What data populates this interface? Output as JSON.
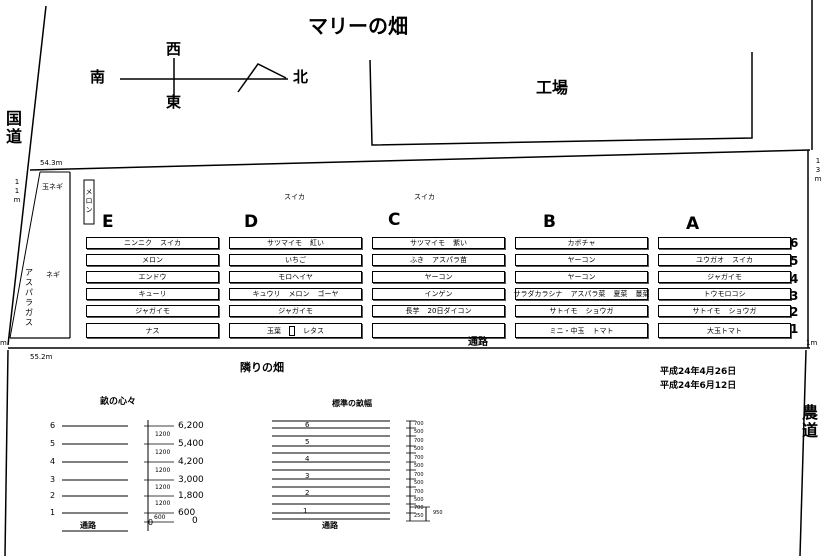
{
  "title": "マリーの畑",
  "compass": {
    "west": "西",
    "south": "南",
    "east": "東",
    "north": "北"
  },
  "factory": "工場",
  "kokudo": [
    "国",
    "道"
  ],
  "noudo": [
    "農",
    "道"
  ],
  "top_measure": "54.3m",
  "bottom_measure": "55.2m",
  "left_side_measure": [
    "1",
    "1",
    "m"
  ],
  "right_top_measure": [
    "1",
    "3",
    "m"
  ],
  "right_bottom_measure": "1m",
  "left_bottom_m": "m",
  "left_strip": {
    "tamanegi": "玉ネギ",
    "negi": "ネギ",
    "asparagus": [
      "ア",
      "ス",
      "パ",
      "ラ",
      "ガ",
      "ス"
    ],
    "melon": [
      "メ",
      "ロ",
      "ン"
    ]
  },
  "suika_labels": [
    "スイカ",
    "スイカ"
  ],
  "columns": [
    {
      "header": "E",
      "rows": [
        [
          "ニンニク",
          "スイカ"
        ],
        [
          "メロン"
        ],
        [
          "エンドウ"
        ],
        [
          "キューリ"
        ],
        [
          "ジャガイモ"
        ],
        [
          "ナス"
        ]
      ]
    },
    {
      "header": "D",
      "rows": [
        [
          "サツマイモ",
          "紅い"
        ],
        [
          "いちご"
        ],
        [
          "モロヘイヤ"
        ],
        [
          "キュウリ",
          "メロン",
          "ゴーヤ"
        ],
        [
          "ジャガイモ"
        ],
        [
          "玉葉",
          "",
          "レタス"
        ]
      ]
    },
    {
      "header": "C",
      "rows": [
        [
          "サツマイモ",
          "紫い"
        ],
        [
          "ふき",
          "アスパラ苗"
        ],
        [
          "ヤーコン"
        ],
        [
          "インゲン"
        ],
        [
          "長芋",
          "20日ダイコン"
        ],
        [
          ""
        ]
      ]
    },
    {
      "header": "B",
      "rows": [
        [
          "カボチャ"
        ],
        [
          "ヤーコン"
        ],
        [
          "ヤーコン"
        ],
        [
          "サラダカラシナ",
          "アスパラ菜",
          "夏菜",
          "蔓菜"
        ],
        [
          "サトイモ",
          "ショウガ"
        ],
        [
          "ミニ・中玉",
          "トマト"
        ]
      ]
    },
    {
      "header": "A",
      "rows": [
        [
          ""
        ],
        [
          "ユウガオ",
          "スイカ"
        ],
        [
          "ジャガイモ"
        ],
        [
          "トウモロコシ"
        ],
        [
          "サトイモ",
          "ショウガ"
        ],
        [
          "大玉トマト"
        ]
      ]
    }
  ],
  "row_numbers": [
    "6",
    "5",
    "4",
    "3",
    "2",
    "1"
  ],
  "road": "通路",
  "neighbor_field": "隣りの畑",
  "dates": [
    "平成24年4月26日",
    "平成24年6月12日"
  ],
  "ridge_heart": {
    "title": "畝の心々",
    "rows": [
      "6",
      "5",
      "4",
      "3",
      "2",
      "1"
    ],
    "values": [
      "6,200",
      "5,400",
      "4,200",
      "3,000",
      "1,800",
      "600"
    ],
    "zero": "0",
    "spacing": [
      "1200",
      "1200",
      "1200",
      "1200",
      "1200"
    ],
    "bottom": [
      "600",
      "0"
    ],
    "road": "通路"
  },
  "standard_width": {
    "title": "標準の畝幅",
    "rows": [
      "6",
      "5",
      "4",
      "3",
      "2",
      "1"
    ],
    "measures": [
      "700",
      "500",
      "700",
      "500",
      "700",
      "500",
      "700",
      "500",
      "700",
      "500",
      "700",
      "250"
    ],
    "extra": "950",
    "road": "通路"
  }
}
